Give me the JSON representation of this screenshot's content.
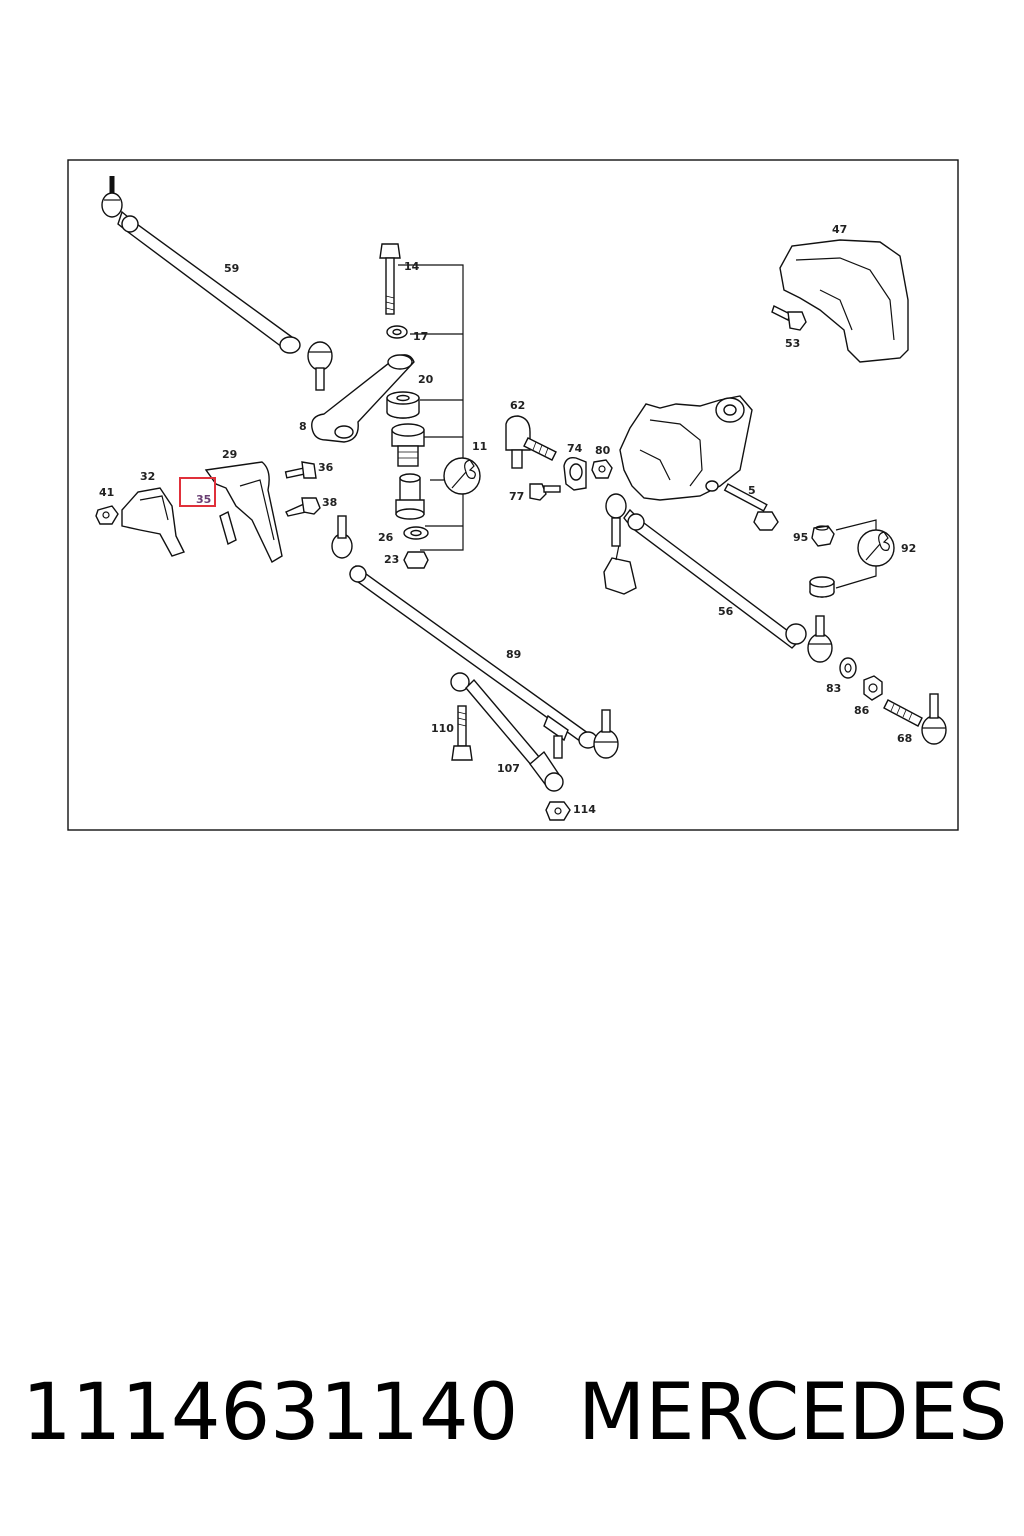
{
  "footer": {
    "part_number": "1114631140",
    "brand": "MERCEDES"
  },
  "diagram": {
    "highlight_color": "#e0303a",
    "highlighted_part": "35",
    "labels": {
      "l59": "59",
      "l14": "14",
      "l17": "17",
      "l20": "20",
      "l8": "8",
      "l11": "11",
      "l26": "26",
      "l23": "23",
      "l29": "29",
      "l32": "32",
      "l41": "41",
      "l35": "35",
      "l36": "36",
      "l38": "38",
      "l47": "47",
      "l53": "53",
      "l62": "62",
      "l74": "74",
      "l80": "80",
      "l77": "77",
      "l5": "5",
      "l95": "95",
      "l92": "92",
      "l56": "56",
      "l89": "89",
      "l83": "83",
      "l86": "86",
      "l68": "68",
      "l110": "110",
      "l107": "107",
      "l114": "114"
    }
  }
}
